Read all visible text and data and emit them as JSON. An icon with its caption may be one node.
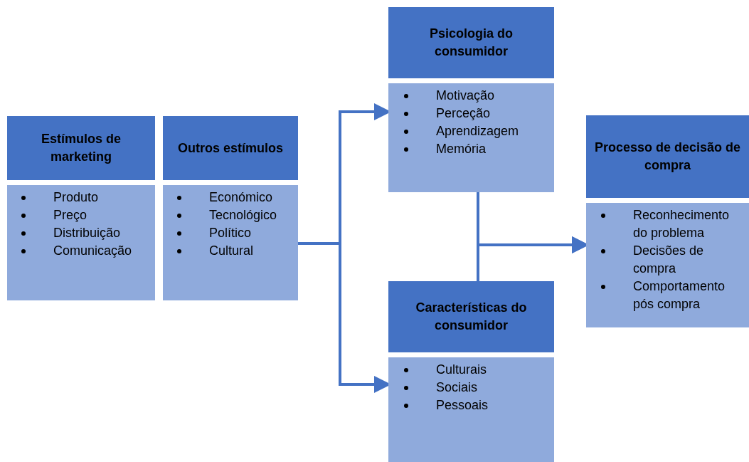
{
  "diagram": {
    "nodes": [
      {
        "text": [
          "Estímulos de marketing"
        ]
      },
      {
        "text": [
          "Produto",
          "Preço",
          "Distribuição",
          "Comunicação"
        ]
      },
      {
        "text": [
          "Outros estímulos"
        ]
      },
      {
        "text": [
          "Económico",
          "Tecnológico",
          "Político",
          "Cultural"
        ]
      },
      {
        "text": [
          "Psicologia do consumidor"
        ]
      },
      {
        "text": [
          "Motivação",
          "Perceção",
          "Aprendizagem",
          "Memória"
        ]
      },
      {
        "text": [
          "Características do consumidor"
        ]
      },
      {
        "text": [
          "Culturais",
          "Sociais",
          "Pessoais"
        ]
      },
      {
        "text": [
          "Processo de decisão de compra"
        ]
      },
      {
        "text": [
          "Reconhecimento do problema",
          "Decisões de compra",
          "Comportamento pós compra"
        ]
      }
    ],
    "edges": [
      {
        "from": 3,
        "to": 5,
        "arrow": "to"
      },
      {
        "from": 3,
        "to": 7,
        "arrow": "to"
      },
      {
        "from": 5,
        "to": 9,
        "arrow": "to"
      },
      {
        "from": 6,
        "to": 9,
        "arrow": "to"
      }
    ]
  }
}
